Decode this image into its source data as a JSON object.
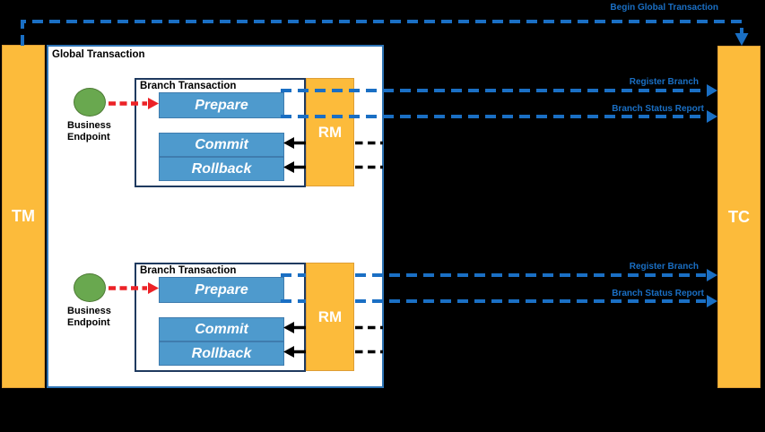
{
  "colors": {
    "page_bg": "#000000",
    "orange_fill": "#FCBB3B",
    "orange_border": "#DE9E36",
    "blue_fill": "#4E9ACD",
    "blue_border": "#3F7CAE",
    "branch_border": "#1F3A5F",
    "global_border": "#2E74B5",
    "arrow_blue": "#1A6FC4",
    "label_blue": "#1A6FC4",
    "arrow_red": "#EC2227",
    "green_fill": "#69A84F",
    "green_border": "#4D7A35"
  },
  "diagram": {
    "tm_label": "TM",
    "tc_label": "TC",
    "global_title": "Global Transaction",
    "begin_arrow_label": "Begin Global Transaction"
  },
  "branches": [
    {
      "title": "Branch Transaction",
      "prepare": "Prepare",
      "commit": "Commit",
      "rollback": "Rollback",
      "rm_label": "RM",
      "endpoint_label": "Business Endpoint",
      "register_label": "Register Branch",
      "status_label": "Branch Status Report"
    },
    {
      "title": "Branch Transaction",
      "prepare": "Prepare",
      "commit": "Commit",
      "rollback": "Rollback",
      "rm_label": "RM",
      "endpoint_label": "Business Endpoint",
      "register_label": "Register Branch",
      "status_label": "Branch Status Report"
    }
  ]
}
